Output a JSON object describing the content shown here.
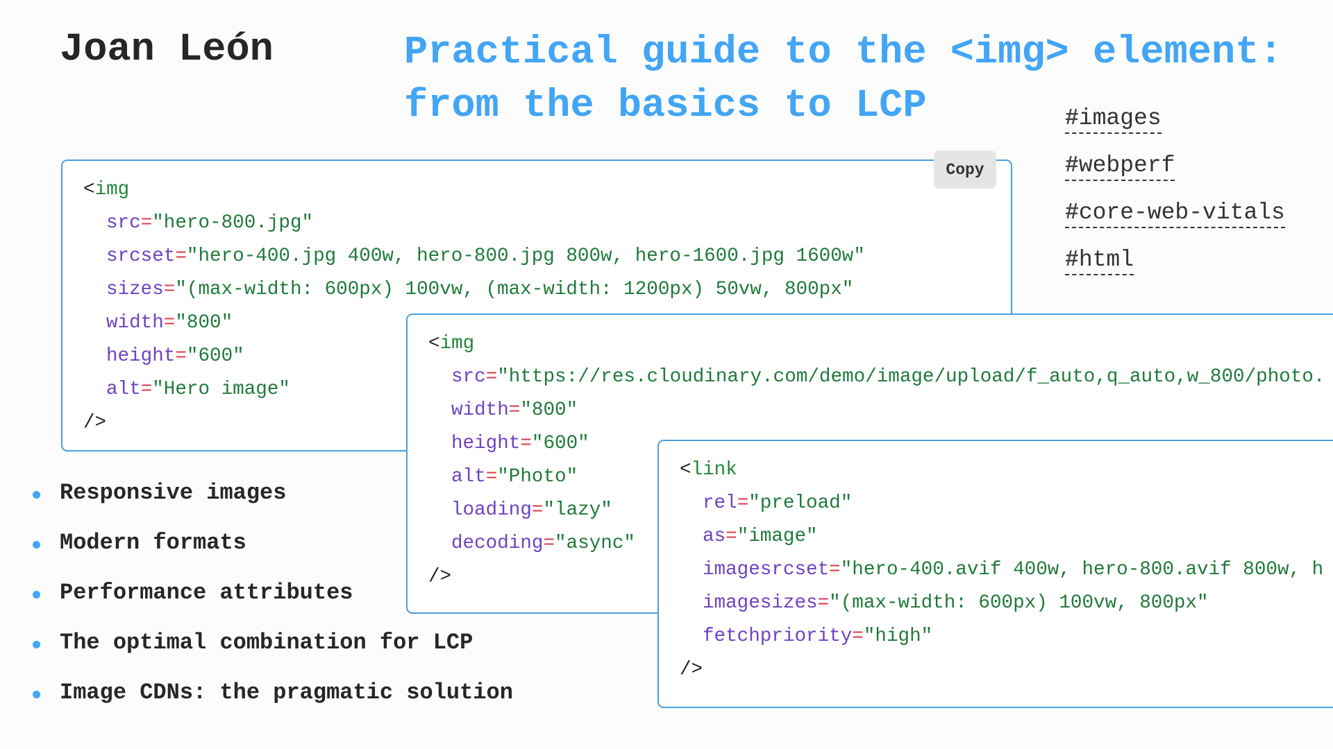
{
  "author": "Joan León",
  "title_lines": [
    "Practical guide to the <img> element:",
    "from the basics to LCP"
  ],
  "tags": [
    {
      "hash": "#",
      "label": "images"
    },
    {
      "hash": "#",
      "label": "webperf"
    },
    {
      "hash": "#",
      "label": "core-web-vitals"
    },
    {
      "hash": "#",
      "label": "html"
    }
  ],
  "copy_label": "Copy",
  "colors": {
    "accent": "#42a5f5",
    "border": "#4a9ee0",
    "tag_name": "#22863a",
    "attr_name": "#6f42c1",
    "equals": "#d73a49",
    "string": "#1f7a3a"
  },
  "code_blocks": [
    {
      "open": "<",
      "tag": "img",
      "close": "/>",
      "attrs": [
        {
          "name": "src",
          "value": "\"hero-800.jpg\""
        },
        {
          "name": "srcset",
          "value": "\"hero-400.jpg 400w, hero-800.jpg 800w, hero-1600.jpg 1600w\""
        },
        {
          "name": "sizes",
          "value": "\"(max-width: 600px) 100vw, (max-width: 1200px) 50vw, 800px\""
        },
        {
          "name": "width",
          "value": "\"800\""
        },
        {
          "name": "height",
          "value": "\"600\""
        },
        {
          "name": "alt",
          "value": "\"Hero image\""
        }
      ]
    },
    {
      "open": "<",
      "tag": "img",
      "close": "/>",
      "attrs": [
        {
          "name": "src",
          "value": "\"https://res.cloudinary.com/demo/image/upload/f_auto,q_auto,w_800/photo."
        },
        {
          "name": "width",
          "value": "\"800\""
        },
        {
          "name": "height",
          "value": "\"600\""
        },
        {
          "name": "alt",
          "value": "\"Photo\""
        },
        {
          "name": "loading",
          "value": "\"lazy\""
        },
        {
          "name": "decoding",
          "value": "\"async\""
        }
      ]
    },
    {
      "open": "<",
      "tag": "link",
      "close": "/>",
      "attrs": [
        {
          "name": "rel",
          "value": "\"preload\""
        },
        {
          "name": "as",
          "value": "\"image\""
        },
        {
          "name": "imagesrcset",
          "value": "\"hero-400.avif 400w, hero-800.avif 800w, h"
        },
        {
          "name": "imagesizes",
          "value": "\"(max-width: 600px) 100vw, 800px\""
        },
        {
          "name": "fetchpriority",
          "value": "\"high\""
        }
      ]
    }
  ],
  "bullets": [
    "Responsive images",
    "Modern formats",
    "Performance attributes",
    "The optimal combination for LCP",
    "Image CDNs: the pragmatic solution"
  ]
}
